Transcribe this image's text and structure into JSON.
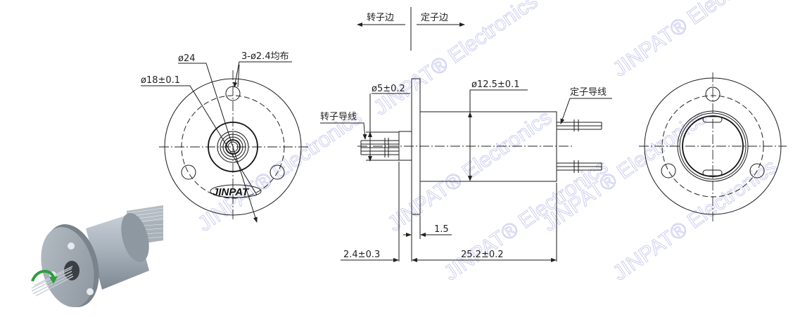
{
  "header": {
    "rotor_side": "转子边",
    "stator_side": "定子边"
  },
  "front_view": {
    "dim_outer_dia": "ø24",
    "dim_pcd": "ø18±0.1",
    "dim_holes": "3-ø2.4均布",
    "logo": "JINPAT"
  },
  "side_view": {
    "dim_shaft_dia": "ø5±0.2",
    "dim_body_dia": "ø12.5±0.1",
    "rotor_leads_label": "转子导线",
    "stator_leads_label": "定子导线",
    "dim_flange_thickness": "1.5",
    "dim_shaft_protrusion": "2.4±0.3",
    "dim_body_length": "25.2±0.2"
  },
  "watermark": {
    "text": "JINPAT® Electronics",
    "color": "#c9c9ee"
  },
  "render": {
    "arrow_color": "#2e9e3e",
    "body_color": "#a9b3bc"
  }
}
